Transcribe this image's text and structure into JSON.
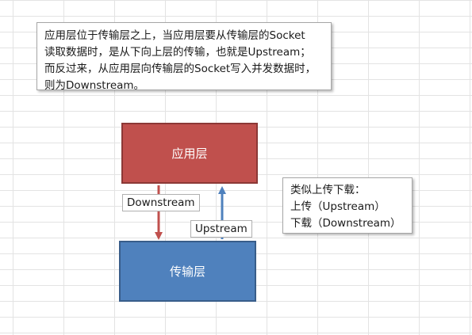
{
  "description": {
    "lines": [
      "应用层位于传输层之上，当应用层要从传输层的Socket",
      "读取数据时，是从下向上层的传输，也就是Upstream；",
      "而反过来，从应用层向传输层的Socket写入并发数据时，",
      "则为Downstream。"
    ]
  },
  "diagram": {
    "application_layer": "应用层",
    "transport_layer": "传输层",
    "downstream_label": "Downstream",
    "upstream_label": "Upstream"
  },
  "note": {
    "lines": [
      "类似上传下载：",
      "上传（Upstream）",
      "下载（Downstream）"
    ]
  },
  "colors": {
    "application_layer": "#c0504d",
    "transport_layer": "#4f81bd",
    "downstream_arrow": "#c0504d",
    "upstream_arrow": "#4f81bd"
  }
}
